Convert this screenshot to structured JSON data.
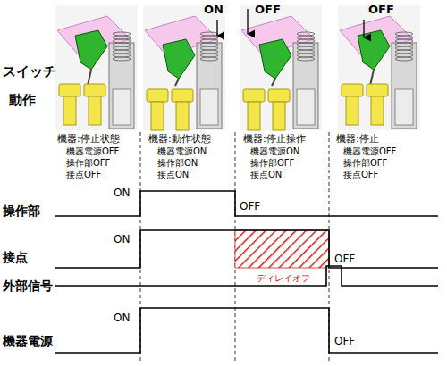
{
  "diagram": {
    "labels": [
      "ON",
      "OFF",
      "OFF",
      "スイッチ",
      "動作",
      "機器:停止状態",
      "機器電源OFF",
      "操作部OFF",
      "接点OFF",
      "機器:動作状態",
      "機器電源ON",
      "操作部ON",
      "接点ON",
      "機器:停止操作",
      "機器電源ON",
      "操作部OFF",
      "接点ON",
      "機器:停止",
      "機器電源OFF",
      "操作部OFF",
      "接点OFF",
      "操作部",
      "ON",
      "OFF",
      "接点",
      "ON",
      "OFF",
      "ディレイオフ",
      "外部信号",
      "機器電源",
      "ON",
      "OFF"
    ]
  }
}
